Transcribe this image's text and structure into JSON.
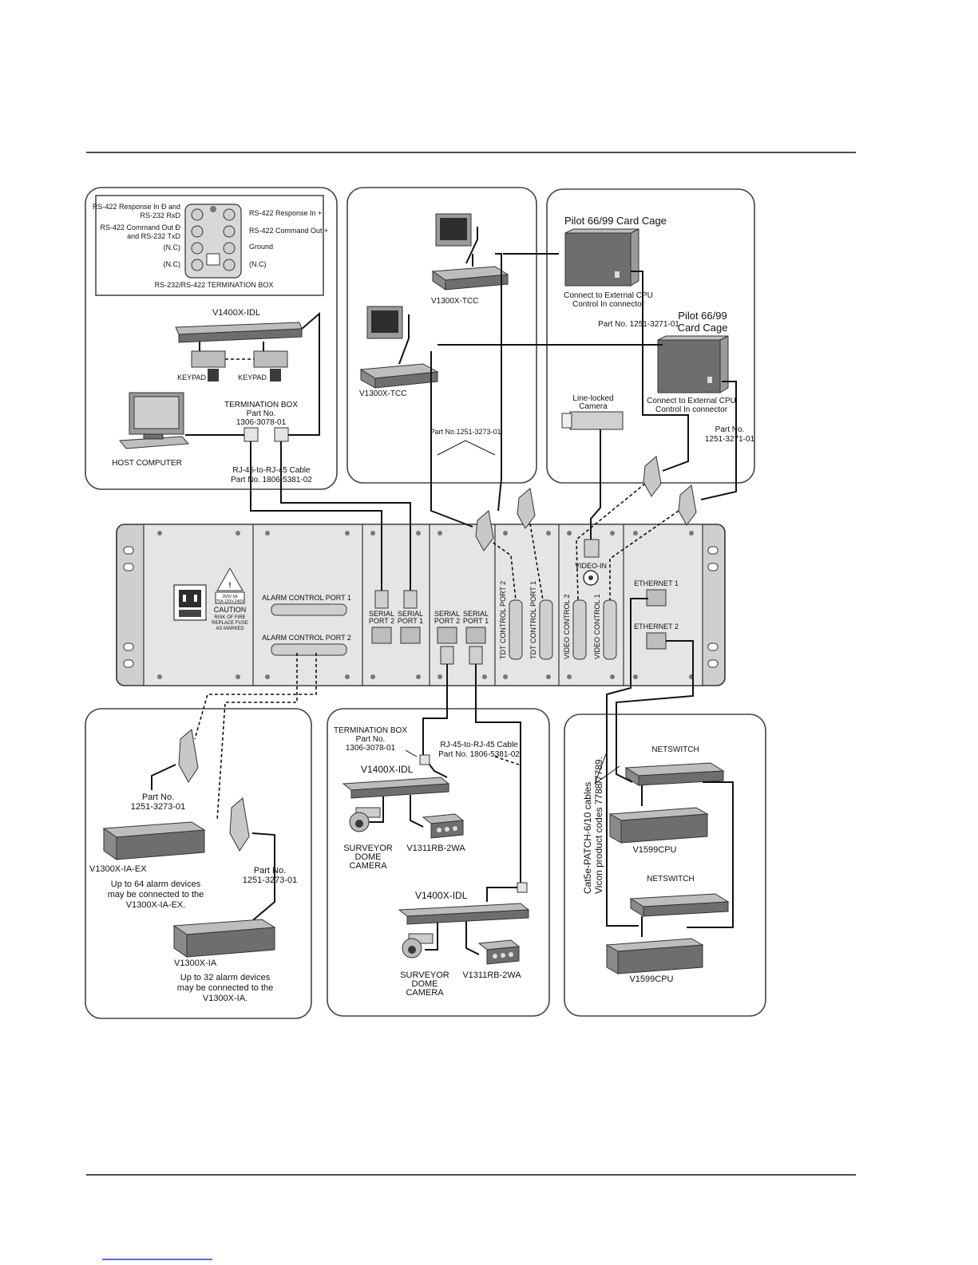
{
  "topleft": {
    "tb_left": [
      "RS-422 Response In Ð and",
      "RS-232 RxD",
      "RS-422 Command Out Ð",
      "and RS-232 TxD",
      "(N.C)",
      "(N.C)"
    ],
    "tb_right": [
      "RS-422 Response In +",
      "RS-422 Command Out +",
      "Ground",
      "(N.C)"
    ],
    "tb_caption": "RS-232/RS-422 TERMINATION BOX",
    "idl": "V1400X-IDL",
    "keypad1": "KEYPAD",
    "keypad2": "KEYPAD",
    "host": "HOST COMPUTER",
    "tbox": [
      "TERMINATION BOX",
      "Part No.",
      "1306-3078-01"
    ],
    "cable": [
      "RJ-45-to-RJ-45 Cable",
      "Part No. 1806-5381-02"
    ]
  },
  "topmid": {
    "tcc1": "V1300X-TCC",
    "tcc2": "V1300X-TCC",
    "part": "Part No.1251-3273-01"
  },
  "topright": {
    "cage1": "Pilot 66/99 Card Cage",
    "cage1_note": [
      "Connect to External CPU",
      "Control In connector"
    ],
    "part1": "Part No. 1251-3271-01",
    "cage2": [
      "Pilot 66/99",
      "Card Cage"
    ],
    "cage2_note": [
      "Connect to External CPU",
      "Control In connector"
    ],
    "camera": [
      "Line-locked",
      "Camera"
    ],
    "part2": [
      "Part No.",
      "1251-3271-01"
    ]
  },
  "rack": {
    "fuse": [
      "250V 5A",
      "T5A 120V-240V"
    ],
    "caution": [
      "CAUTION",
      "RISK OF FIRE",
      "REPLACE FUSE",
      "AS MARKED"
    ],
    "alarm1": "ALARM CONTROL PORT 1",
    "alarm2": "ALARM CONTROL PORT 2",
    "serial2a": [
      "SERIAL",
      "PORT 2"
    ],
    "serial1a": [
      "SERIAL",
      "PORT 1"
    ],
    "serial2b": [
      "SERIAL",
      "PORT 2"
    ],
    "serial1b": [
      "SERIAL",
      "PORT 1"
    ],
    "tdt2": "TDT CONTROL PORT 2",
    "tdt1": "TDT CONTROL PORT 1",
    "vc2": "VIDEO CONTROL 2",
    "vc1": "VIDEO CONTROL 1",
    "videoin": "VIDEO-IN",
    "eth1": "ETHERNET 1",
    "eth2": "ETHERNET 2"
  },
  "botleft": {
    "part1": [
      "Part No.",
      "1251-3273-01"
    ],
    "iaex": "V1300X-IA-EX",
    "iaex_note": [
      "Up to 64 alarm devices",
      "may be connected to the",
      "V1300X-IA-EX."
    ],
    "part2": [
      "Part No.",
      "1251-3273-01"
    ],
    "ia": "V1300X-IA",
    "ia_note": [
      "Up to 32 alarm devices",
      "may be connected to the",
      "V1300X-IA."
    ]
  },
  "botmid": {
    "tbox": [
      "TERMINATION BOX",
      "Part No.",
      "1306-3078-01"
    ],
    "cable": [
      "RJ-45-to-RJ-45 Cable",
      "Part No. 1806-5381-02"
    ],
    "idl1": "V1400X-IDL",
    "dome1": [
      "SURVEYOR",
      "DOME",
      "CAMERA"
    ],
    "rb1": "V1311RB-2WA",
    "idl2": "V1400X-IDL",
    "dome2": [
      "SURVEYOR",
      "DOME",
      "CAMERA"
    ],
    "rb2": "V1311RB-2WA"
  },
  "botright": {
    "ns1": "NETSWITCH",
    "cpu1": "V1599CPU",
    "ns2": "NETSWITCH",
    "cpu2": "V1599CPU",
    "cat": [
      "Cat5e-PATCH-6/10 cables",
      "Vicon product codes 7788/7789."
    ]
  }
}
